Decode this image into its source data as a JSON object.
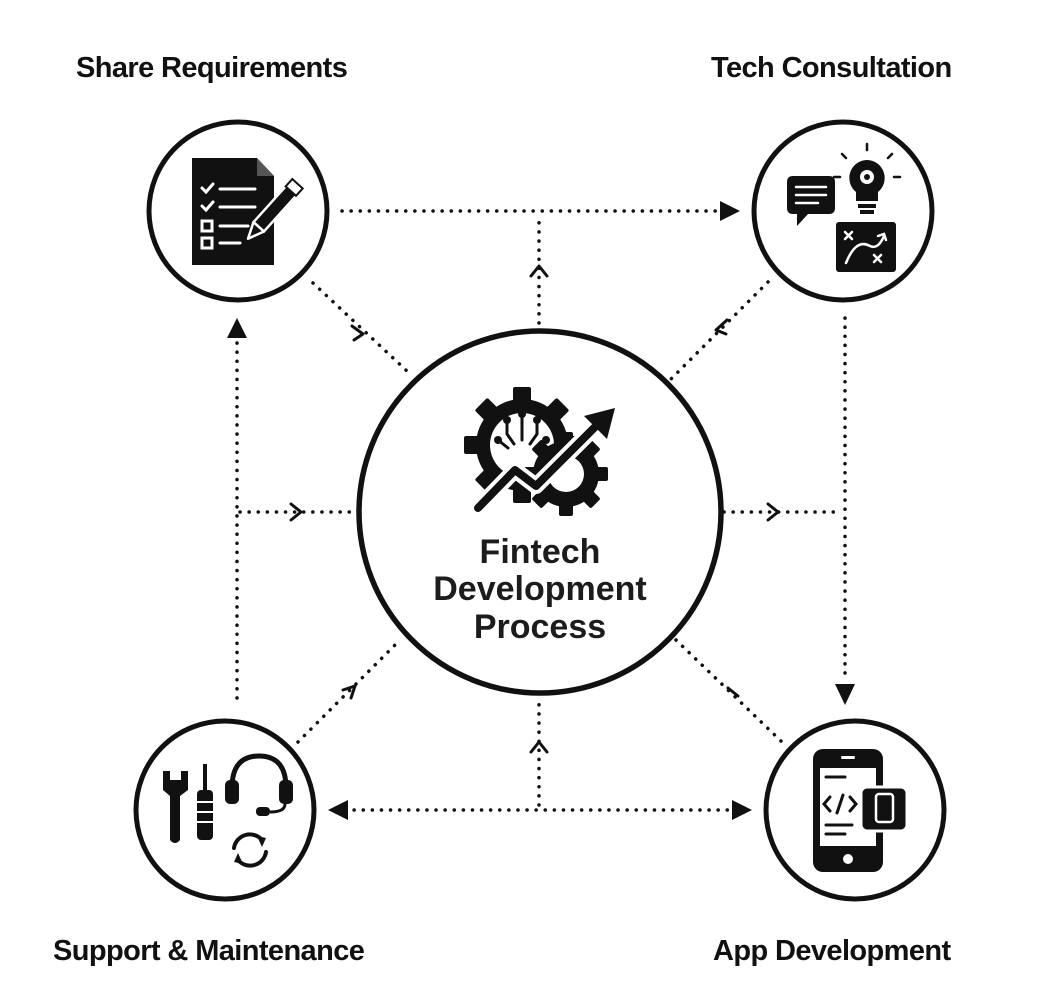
{
  "center": {
    "lines": [
      "Fintech",
      "Development",
      "Process"
    ]
  },
  "nodes": {
    "share_requirements": {
      "label": "Share Requirements",
      "icon": "checklist-document-icon"
    },
    "tech_consultation": {
      "label": "Tech Consultation",
      "icon": "chat-lightbulb-strategy-icon"
    },
    "app_development": {
      "label": "App Development",
      "icon": "mobile-code-icon"
    },
    "support_maintenance": {
      "label": "Support & Maintenance",
      "icon": "tools-headset-icon"
    }
  },
  "colors": {
    "ink": "#111111",
    "background": "#ffffff"
  }
}
